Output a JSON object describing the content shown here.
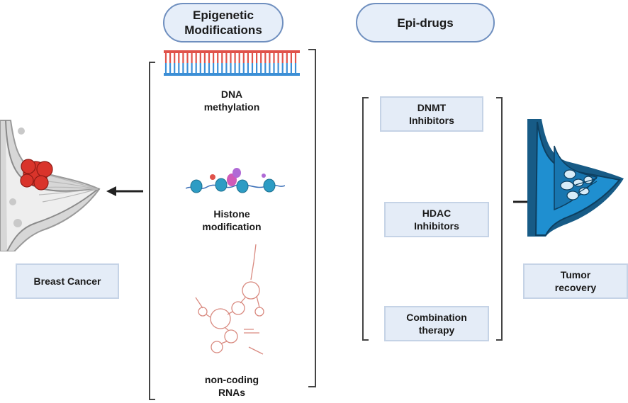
{
  "headers": {
    "epigenetic": "Epigenetic\nModifications",
    "epidrugs": "Epi-drugs"
  },
  "left": {
    "breast_cancer": "Breast Cancer"
  },
  "modifications": [
    {
      "label": "DNA\nmethylation",
      "icon": "dna-ladder-icon"
    },
    {
      "label": "Histone\nmodification",
      "icon": "nucleosome-icon"
    },
    {
      "label": "non-coding\nRNAs",
      "icon": "rna-structure-icon"
    }
  ],
  "drugs": [
    {
      "label": "DNMT\nInhibitors"
    },
    {
      "label": "HDAC\nInhibitors"
    },
    {
      "label": "Combination\ntherapy"
    }
  ],
  "right": {
    "tumor_recovery": "Tumor\nrecovery"
  },
  "colors": {
    "pill_border": "#6f8fbf",
    "pill_fill": "#e6eef9",
    "box_fill": "#e4ecf7",
    "tumor": "#d9342b",
    "recovered_breast": "#1f8fd0",
    "dna_red": "#e0524a",
    "dna_blue": "#3c8fd6",
    "rna": "#d98a80"
  }
}
